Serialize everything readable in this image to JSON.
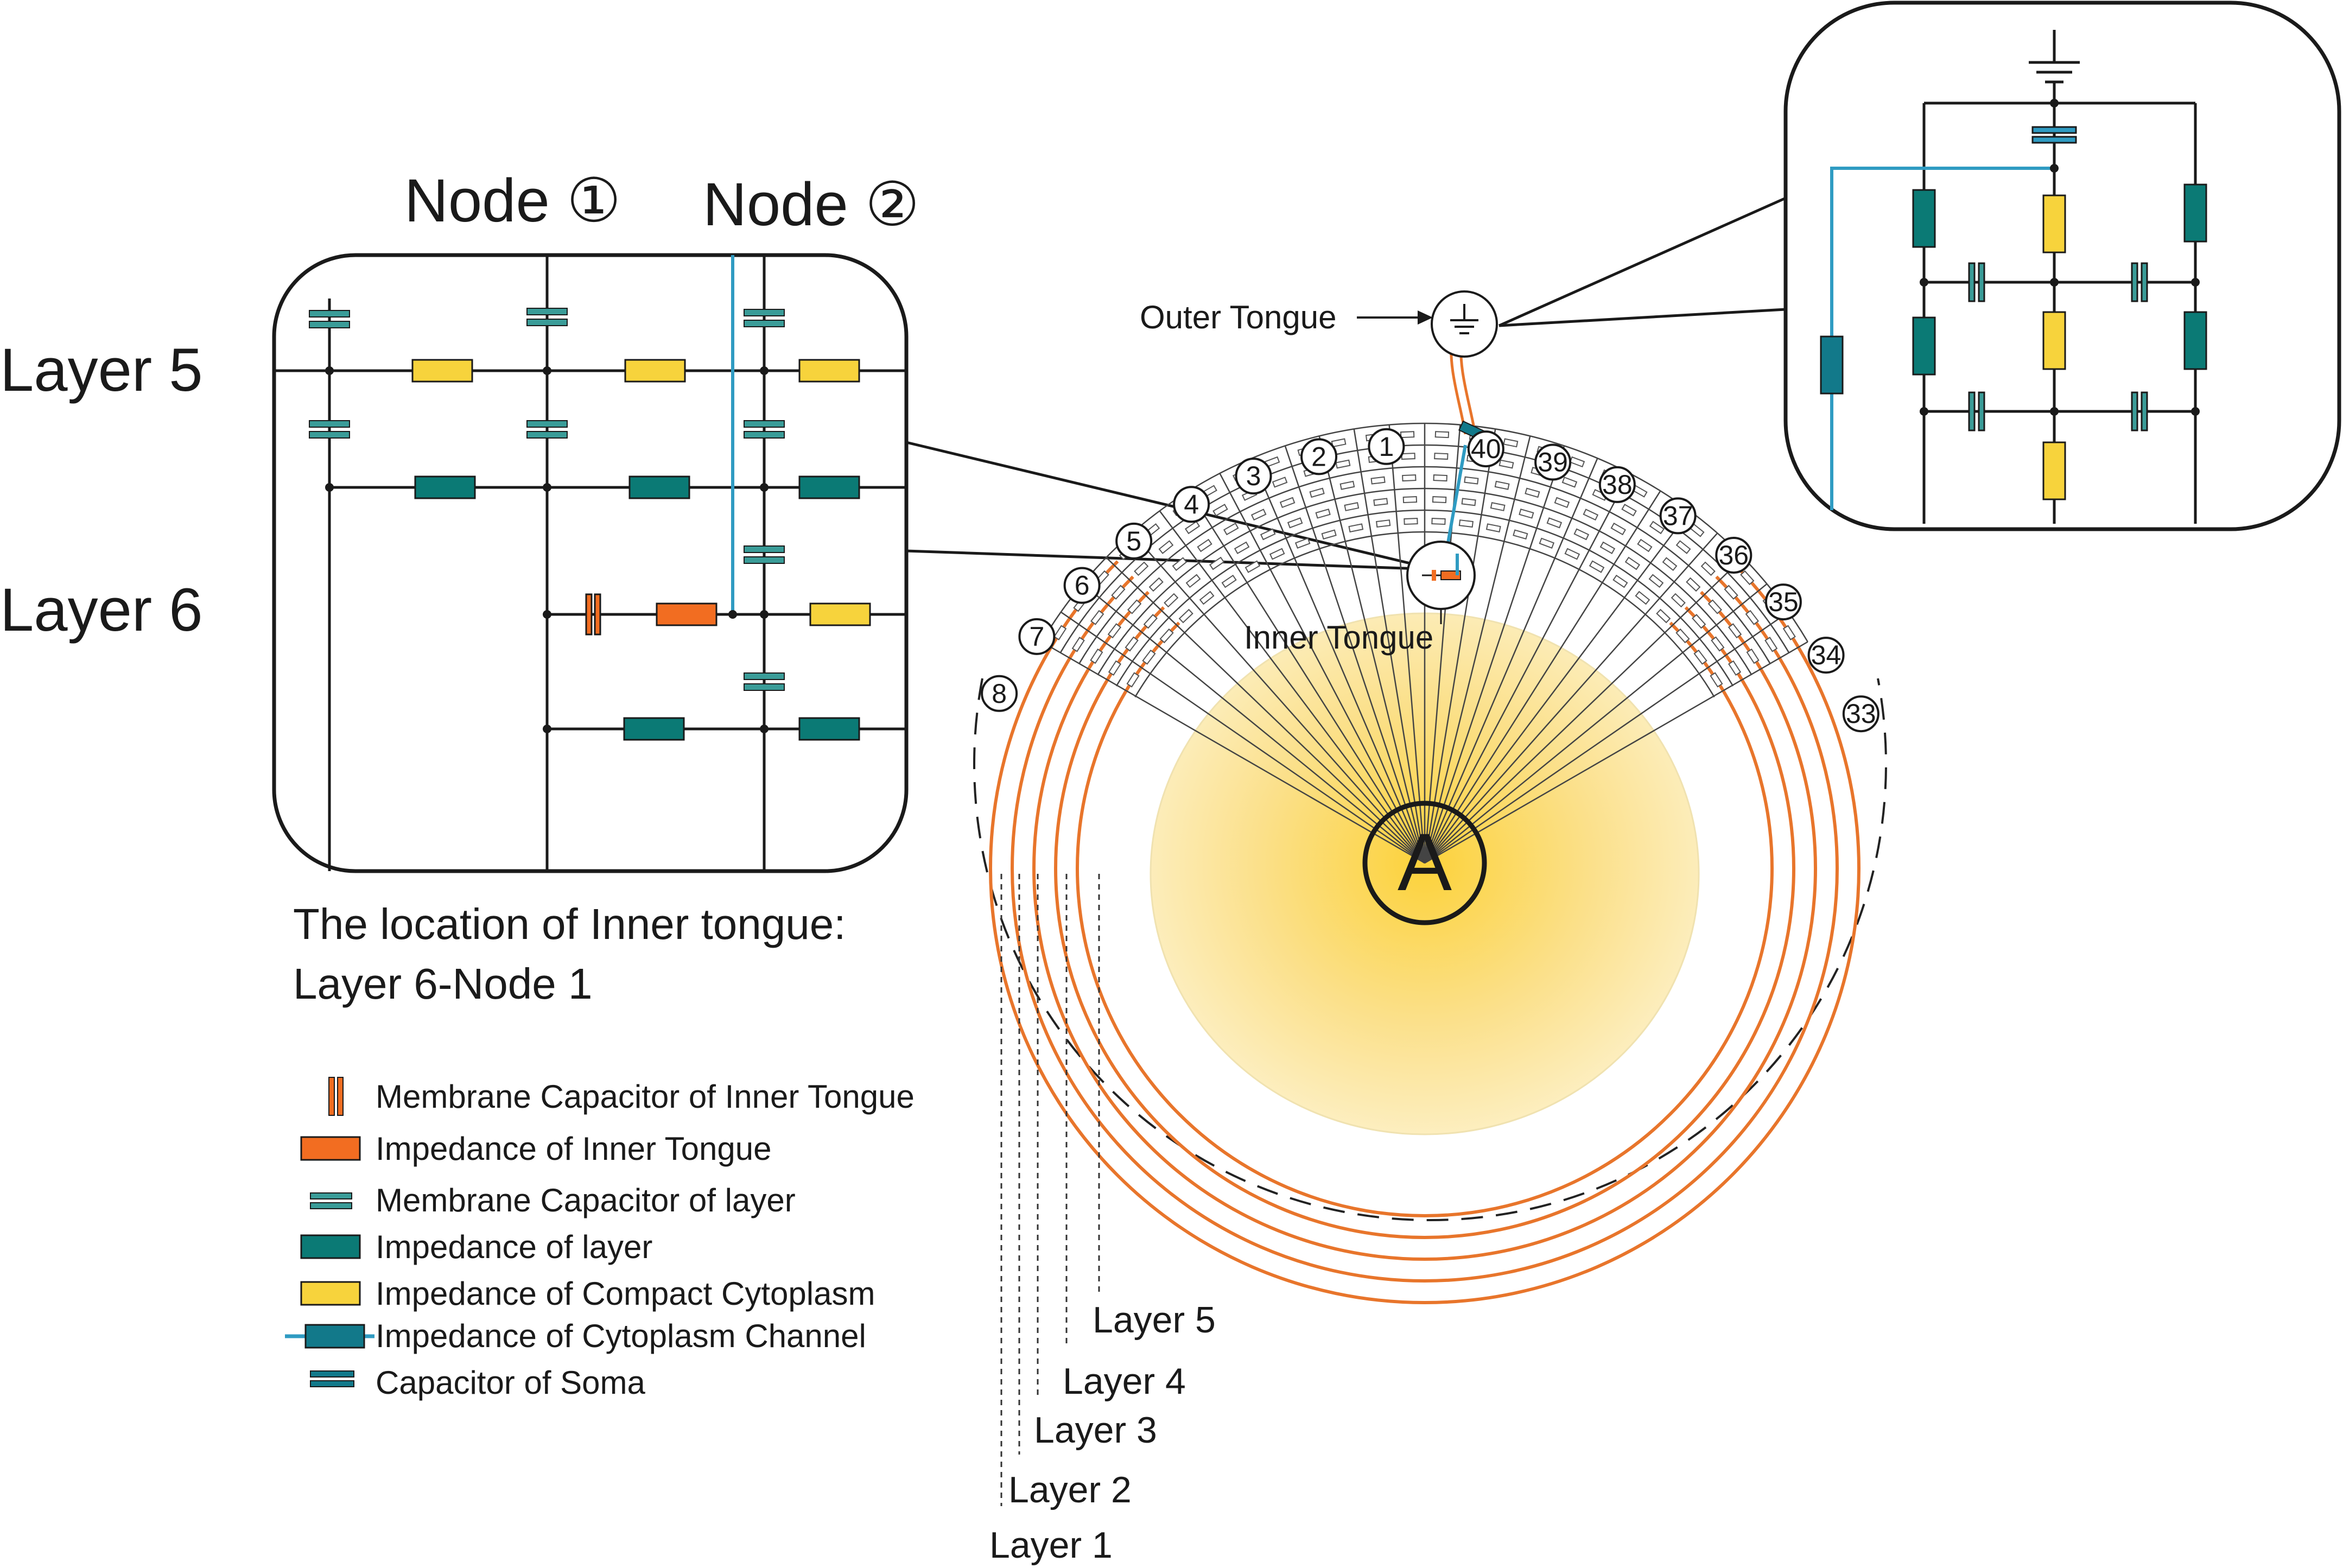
{
  "colors": {
    "inner_tongue": "#f26d21",
    "layer": "#0b7a75",
    "layer_capacitor": "#3a9c98",
    "compact_cytoplasm": "#f7d33c",
    "cytoplasm_channel": "#2f9bc2",
    "soma_capacitor": "#12798a",
    "sheath": "#e8752b",
    "soma_fill": "#fbe08a"
  },
  "inset": {
    "node1_label": "Node ①",
    "node2_label": "Node ②",
    "layer5_label": "Layer 5",
    "layer6_label": "Layer 6"
  },
  "location": {
    "line1": "The location of Inner tongue:",
    "line2": "Layer 6-Node 1"
  },
  "legend": [
    {
      "icon": "orange-capacitor-icon",
      "label": "Membrane Capacitor of Inner Tongue"
    },
    {
      "icon": "orange-resistor-icon",
      "label": "Impedance of Inner Tongue"
    },
    {
      "icon": "teal-capacitor-icon",
      "label": "Membrane Capacitor of layer"
    },
    {
      "icon": "teal-resistor-icon",
      "label": "Impedance of layer"
    },
    {
      "icon": "yellow-resistor-icon",
      "label": "Impedance of Compact  Cytoplasm"
    },
    {
      "icon": "blue-resistor-icon",
      "label": "Impedance of Cytoplasm Channel"
    },
    {
      "icon": "dark-capacitor-icon",
      "label": "Capacitor of Soma"
    }
  ],
  "main": {
    "outer_tongue": "Outer Tongue",
    "inner_tongue": "Inner Tongue",
    "axon_label": "A",
    "node_numbers_left": [
      "1",
      "2",
      "3",
      "4",
      "5",
      "6",
      "7",
      "8"
    ],
    "node_numbers_right": [
      "40",
      "39",
      "38",
      "37",
      "36",
      "35",
      "34",
      "33"
    ],
    "layer_labels": [
      "Layer 1",
      "Layer 2",
      "Layer 3",
      "Layer 4",
      "Layer 5"
    ]
  }
}
